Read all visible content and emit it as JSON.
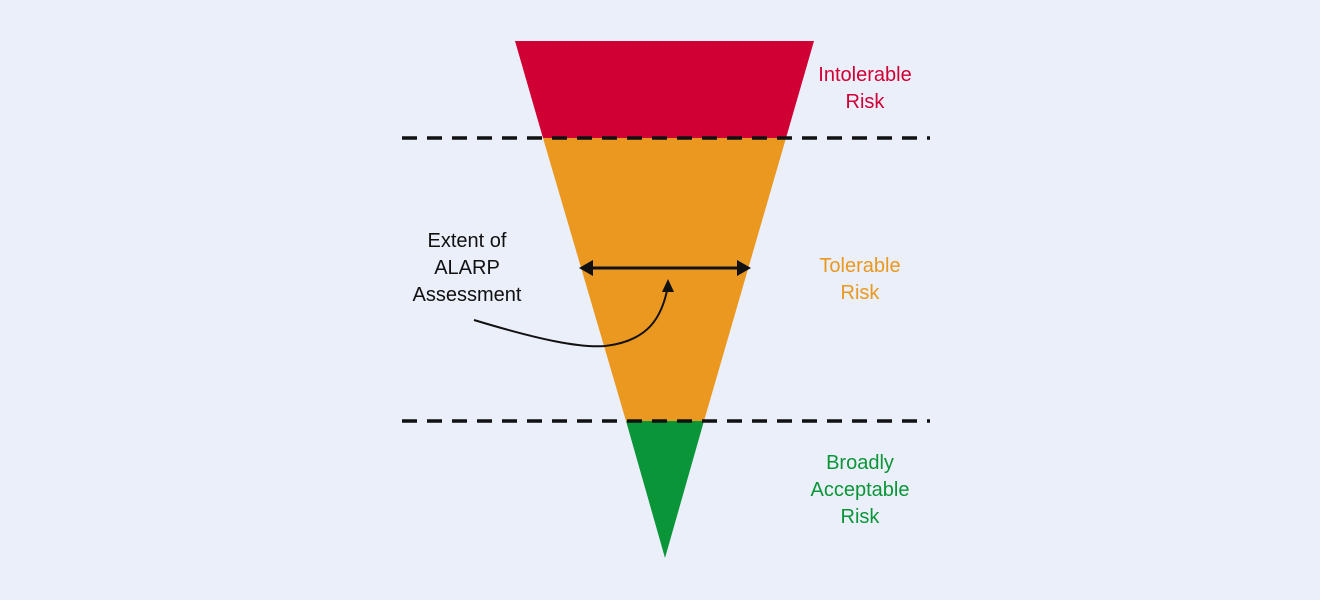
{
  "colors": {
    "background": "#EBEFFA",
    "intolerable": "#D10034",
    "tolerable": "#EA981F",
    "acceptable": "#0A9638",
    "lines": "#111111"
  },
  "regions": {
    "intolerable": {
      "line1": "Intolerable",
      "line2": "Risk"
    },
    "tolerable": {
      "line1": "Tolerable",
      "line2": "Risk"
    },
    "acceptable": {
      "line1": "Broadly",
      "line2": "Acceptable",
      "line3": "Risk"
    }
  },
  "annotation": {
    "line1": "Extent of",
    "line2": "ALARP",
    "line3": "Assessment"
  }
}
